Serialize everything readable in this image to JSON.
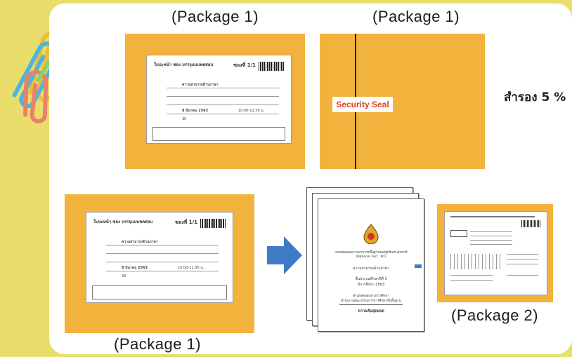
{
  "packages": {
    "pkg1_top_left": "(Package 1)",
    "pkg1_top_right": "(Package 1)",
    "pkg1_bottom": "(Package 1)",
    "pkg2": "(Package 2)"
  },
  "reserve_label": "สำรอง 5 %",
  "security_seal": "Security Seal",
  "envelope_label": {
    "header": "ใบปะหน้า ซอง บรรจุแบบทดสอบ",
    "seat": "ซองที่ 1/1",
    "subject": "ความสามารถด้านภาษา",
    "date": "8 มีนาคม 2563",
    "time": "10:00-11:30 น.",
    "count": "30"
  },
  "test_booklet": {
    "title": "แบบทดสอบความสามารถพื้นฐานของผู้เรียนระดับชาติ",
    "subtitle": "(National Test : NT)",
    "subject": "ความสามารถด้านภาษา",
    "grade": "ชั้นประถมศึกษาปีที่ 3",
    "year": "ปีการศึกษา 2563",
    "agency1": "สำนักทดสอบทางการศึกษา",
    "agency2": "สำนักงานคณะกรรมการการศึกษาขั้นพื้นฐาน",
    "confidential": "ความลับสุดยอด"
  },
  "colors": {
    "background": "#e9dd6c",
    "card": "#ffffff",
    "envelope": "#f2b33c",
    "arrow": "#3d7bc4",
    "seal_text": "#e0401e"
  }
}
